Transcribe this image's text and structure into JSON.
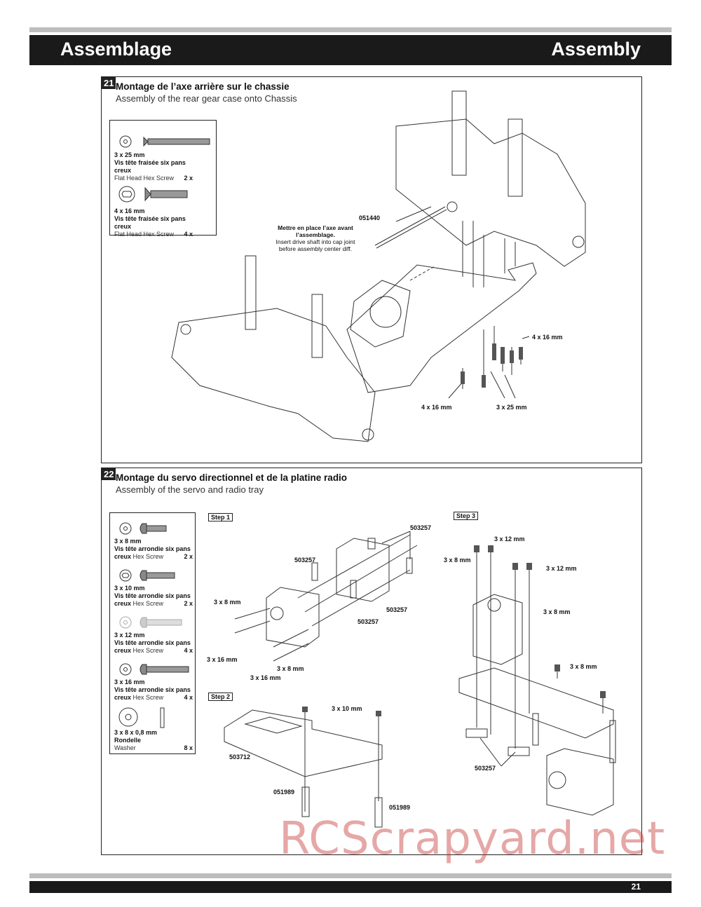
{
  "header": {
    "title_fr": "Assemblage",
    "title_en": "Assembly"
  },
  "step21": {
    "number": "21",
    "title_fr": "Montage de l’axe arrière sur le chassie",
    "title_en": "Assembly of the rear gear case onto Chassis",
    "legend": [
      {
        "size": "3 x 25 mm",
        "name_fr": "Vis tête fraisée six pans creux",
        "name_en": "Flat Head Hex Screw",
        "qty": "2 x"
      },
      {
        "size": "4 x 16 mm",
        "name_fr": "Vis tête fraisée six pans creux",
        "name_en": "Flat Head Hex Screw",
        "qty": "4 x"
      }
    ],
    "part_label": "051440",
    "note_fr": "Mettre en place l’axe avant l’assemblage.",
    "note_en": "Insert drive shaft into cap joint before assembly center diff.",
    "labels": {
      "a": "4 x 16 mm",
      "b": "4 x 16 mm",
      "c": "3 x 25 mm"
    }
  },
  "step22": {
    "number": "22",
    "title_fr": "Montage du servo directionnel et de la platine radio",
    "title_en": "Assembly of the servo and radio tray",
    "legend": [
      {
        "size": "3 x 8 mm",
        "name_fr": "Vis tête arrondie six pans creux",
        "name_en": "Hex Screw",
        "qty": "2 x"
      },
      {
        "size": "3 x 10 mm",
        "name_fr": "Vis tête arrondie six pans creux",
        "name_en": "Hex Screw",
        "qty": "2 x"
      },
      {
        "size": "3 x 12 mm",
        "name_fr": "Vis tête arrondie six pans creux",
        "name_en": "Hex Screw",
        "qty": "4 x"
      },
      {
        "size": "3 x 16 mm",
        "name_fr": "Vis tête arrondie six pans creux",
        "name_en": "Hex Screw",
        "qty": "4 x"
      },
      {
        "size": "3 x 8 x 0,8 mm",
        "name_fr": "Rondelle",
        "name_en": "Washer",
        "qty": "8 x"
      }
    ],
    "step1": {
      "label": "Step 1",
      "parts": {
        "p1": "503257",
        "p2": "503257",
        "p3": "503257",
        "p4": "503257"
      },
      "screws": {
        "s1": "3 x 8 mm",
        "s2": "3 x 16 mm",
        "s3": "3 x 8 mm",
        "s4": "3 x 16 mm"
      }
    },
    "step2": {
      "label": "Step 2",
      "parts": {
        "tray": "503712",
        "post1": "051989",
        "post2": "051989"
      },
      "screws": {
        "s1": "3 x 10 mm"
      }
    },
    "step3": {
      "label": "Step 3",
      "parts": {
        "p1": "503257"
      },
      "screws": {
        "s1": "3 x 12 mm",
        "s2": "3 x 8 mm",
        "s3": "3 x 12 mm",
        "s4": "3 x 8 mm",
        "s5": "3 x 8 mm"
      }
    }
  },
  "footer": {
    "page": "21"
  },
  "watermark": "RCScrapyard.net"
}
